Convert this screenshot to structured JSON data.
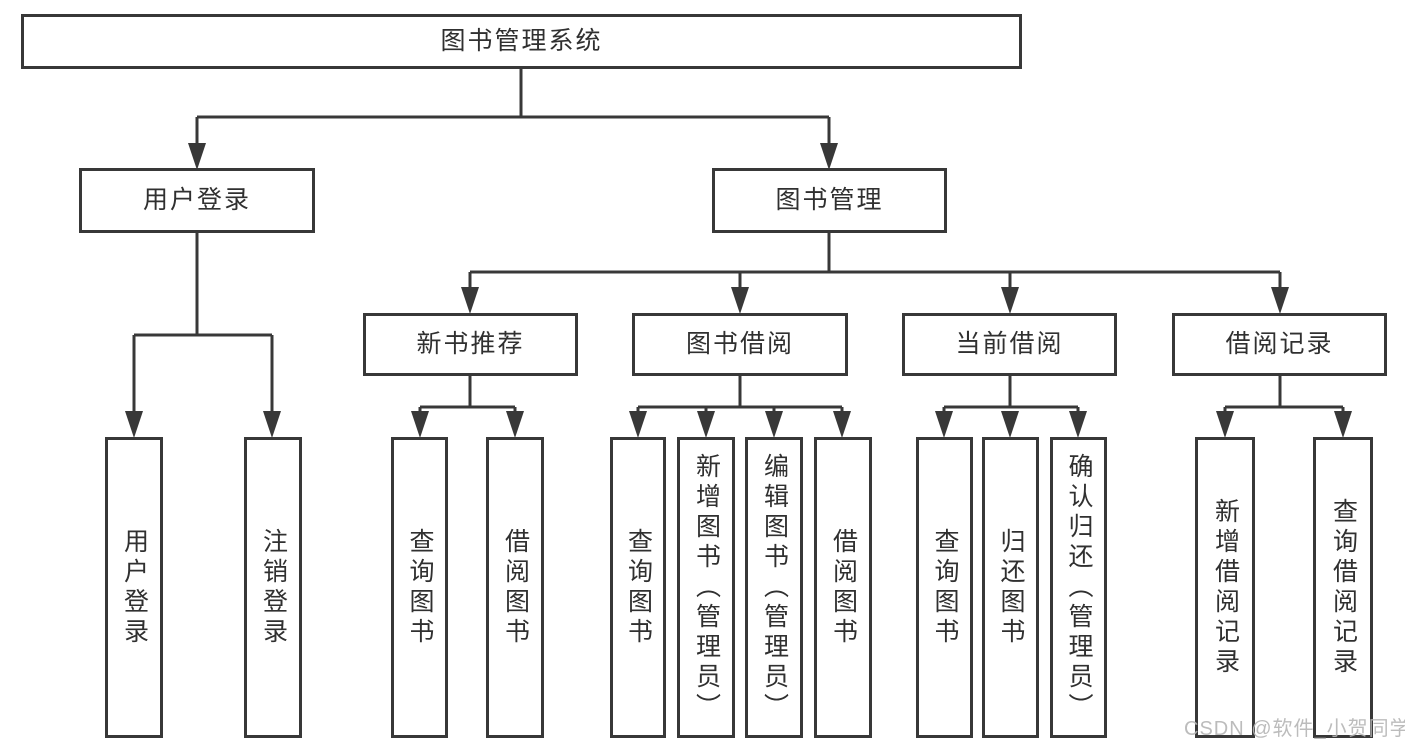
{
  "diagram": {
    "type": "tree",
    "colors": {
      "line": "#383838",
      "box_border": "#383838",
      "text": "#303030",
      "background": "#ffffff"
    },
    "root": {
      "label": "图书管理系统"
    },
    "level2": [
      {
        "label": "用户登录",
        "parent": "图书管理系统"
      },
      {
        "label": "图书管理",
        "parent": "图书管理系统"
      }
    ],
    "level3": [
      {
        "label": "新书推荐",
        "parent": "图书管理"
      },
      {
        "label": "图书借阅",
        "parent": "图书管理"
      },
      {
        "label": "当前借阅",
        "parent": "图书管理"
      },
      {
        "label": "借阅记录",
        "parent": "图书管理"
      }
    ],
    "leaves": [
      {
        "label": "用户登录",
        "parent": "用户登录"
      },
      {
        "label": "注销登录",
        "parent": "用户登录"
      },
      {
        "label": "查询图书",
        "parent": "新书推荐"
      },
      {
        "label": "借阅图书",
        "parent": "新书推荐"
      },
      {
        "label": "查询图书",
        "parent": "图书借阅"
      },
      {
        "label": "新增图书（管理员）",
        "parent": "图书借阅"
      },
      {
        "label": "编辑图书（管理员）",
        "parent": "图书借阅"
      },
      {
        "label": "借阅图书",
        "parent": "图书借阅"
      },
      {
        "label": "查询图书",
        "parent": "当前借阅"
      },
      {
        "label": "归还图书",
        "parent": "当前借阅"
      },
      {
        "label": "确认归还（管理员）",
        "parent": "当前借阅"
      },
      {
        "label": "新增借阅记录",
        "parent": "借阅记录"
      },
      {
        "label": "查询借阅记录",
        "parent": "借阅记录"
      }
    ]
  },
  "watermark": {
    "text": "CSDN @软件_小贺同学",
    "color": "#b5b5b5"
  }
}
